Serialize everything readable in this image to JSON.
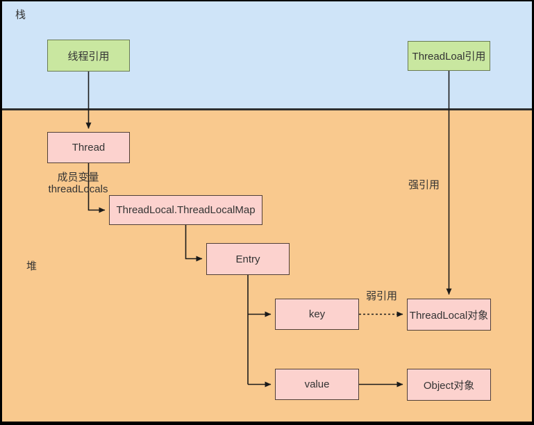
{
  "diagram": {
    "stack_label": "栈",
    "heap_label": "堆",
    "nodes": {
      "thread_ref": "线程引用",
      "threadlocal_ref": "ThreadLoal引用",
      "thread": "Thread",
      "threadlocal_map": "ThreadLocal.ThreadLocalMap",
      "entry": "Entry",
      "key": "key",
      "value": "value",
      "threadlocal_obj": "ThreadLocal对象",
      "object_obj": "Object对象"
    },
    "edge_labels": {
      "member_var_line1": "成员变量",
      "member_var_line2": "threadLocals",
      "strong_ref": "强引用",
      "weak_ref": "弱引用"
    },
    "colors": {
      "frame": "#000000",
      "stack_bg": "#cfe4f8",
      "heap_bg": "#f9c98e",
      "green_fill": "#c9e7a0",
      "green_border": "#697a52",
      "pink_fill": "#fcd2ce",
      "pink_border": "#4f3e36",
      "arrow": "#1a1a1a"
    }
  }
}
